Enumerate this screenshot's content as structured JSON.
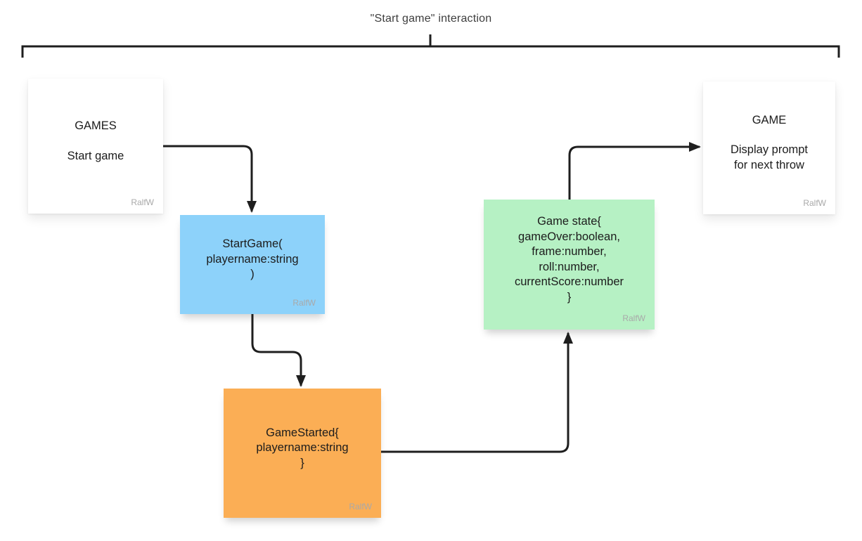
{
  "title": "\"Start game\" interaction",
  "colors": {
    "note_blue": "#8DD2FA",
    "note_orange": "#FBAE55",
    "note_green": "#B6F1C4",
    "note_white": "#FFFFFF",
    "connector": "#1E1E1E",
    "title_text": "#3D3D3D",
    "note_text": "#1C1C1C",
    "author_text": "#A9A9A9"
  },
  "notes": [
    {
      "id": "games",
      "color": "white",
      "lines": [
        "GAMES",
        "Start game"
      ],
      "author": "RalfW"
    },
    {
      "id": "start-game",
      "color": "blue",
      "lines": [
        "StartGame(",
        "playername:string",
        ")"
      ],
      "author": "RalfW"
    },
    {
      "id": "game-started",
      "color": "orange",
      "lines": [
        "GameStarted{",
        "playername:string",
        "}"
      ],
      "author": "RalfW"
    },
    {
      "id": "game-state",
      "color": "green",
      "lines": [
        "Game state{",
        "gameOver:boolean,",
        "frame:number,",
        "roll:number,",
        "currentScore:number",
        "}"
      ],
      "author": "RalfW"
    },
    {
      "id": "game",
      "color": "white",
      "lines": [
        "GAME",
        "Display prompt",
        "for next throw"
      ],
      "author": "RalfW"
    }
  ],
  "connectors": [
    {
      "from": "games",
      "to": "start-game"
    },
    {
      "from": "start-game",
      "to": "game-started"
    },
    {
      "from": "game-started",
      "to": "game-state"
    },
    {
      "from": "game-state",
      "to": "game"
    }
  ]
}
